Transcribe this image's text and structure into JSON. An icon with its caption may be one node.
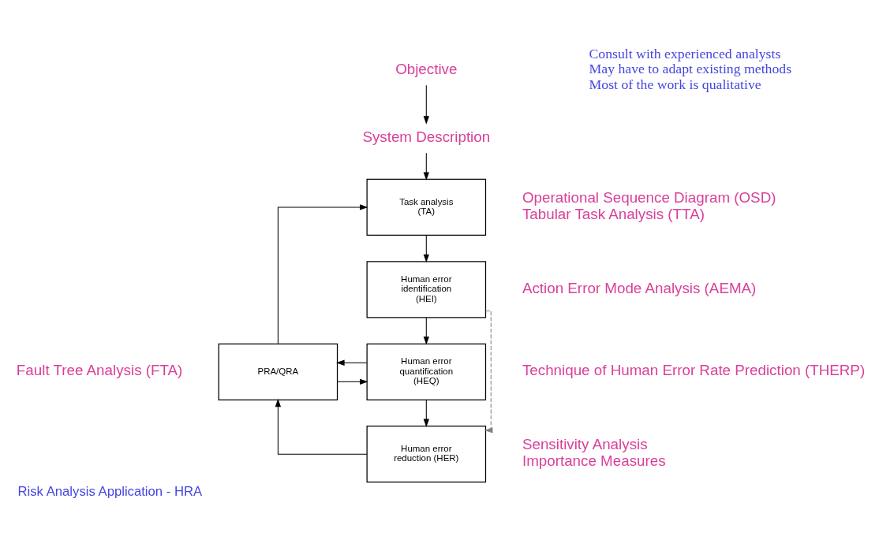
{
  "diagram": {
    "caption": "Risk Analysis Application - HRA",
    "nodes": [
      {
        "text": [
          "Objective"
        ]
      },
      {
        "text": [
          "System Description"
        ]
      },
      {
        "text": [
          "Task analysis (TA)"
        ],
        "beside": [
          "Operational Sequence Diagram (OSD)",
          "Tabular Task Analysis (TTA)"
        ]
      },
      {
        "text": [
          "Human error identification (HEI)"
        ],
        "beside": [
          "Action Error Mode Analysis (AEMA)"
        ]
      },
      {
        "text": [
          "Human error quantification (HEQ)"
        ],
        "beside": [
          "Technique of Human Error Rate Prediction (THERP)"
        ]
      },
      {
        "text": [
          "Human error reduction (HER)"
        ],
        "beside": [
          "Sensitivity Analysis",
          "Importance Measures"
        ]
      },
      {
        "text": [
          "PRA/QRA"
        ],
        "beside": [
          "Fault Tree Analysis (FTA)"
        ]
      }
    ],
    "edges": [
      {
        "from": 0,
        "to": 1,
        "arrow": "to"
      },
      {
        "from": 1,
        "to": 2,
        "arrow": "to"
      },
      {
        "from": 2,
        "to": 3,
        "arrow": "to"
      },
      {
        "from": 3,
        "to": 4,
        "arrow": "to"
      },
      {
        "from": 4,
        "to": 5,
        "arrow": "to"
      },
      {
        "from": 6,
        "to": 2,
        "arrow": "to"
      },
      {
        "from": 6,
        "to": 4,
        "arrow": "to"
      },
      {
        "from": 4,
        "to": 6,
        "arrow": "to"
      },
      {
        "from": 5,
        "to": 6,
        "arrow": "to"
      },
      {
        "from": 3,
        "to": 5,
        "arrow": "to",
        "style": "dashed",
        "color": "#808080"
      }
    ],
    "labels": [
      "Consult with experienced analysts",
      "May have to adapt existing methods",
      "Most of the work is qualitative"
    ]
  }
}
